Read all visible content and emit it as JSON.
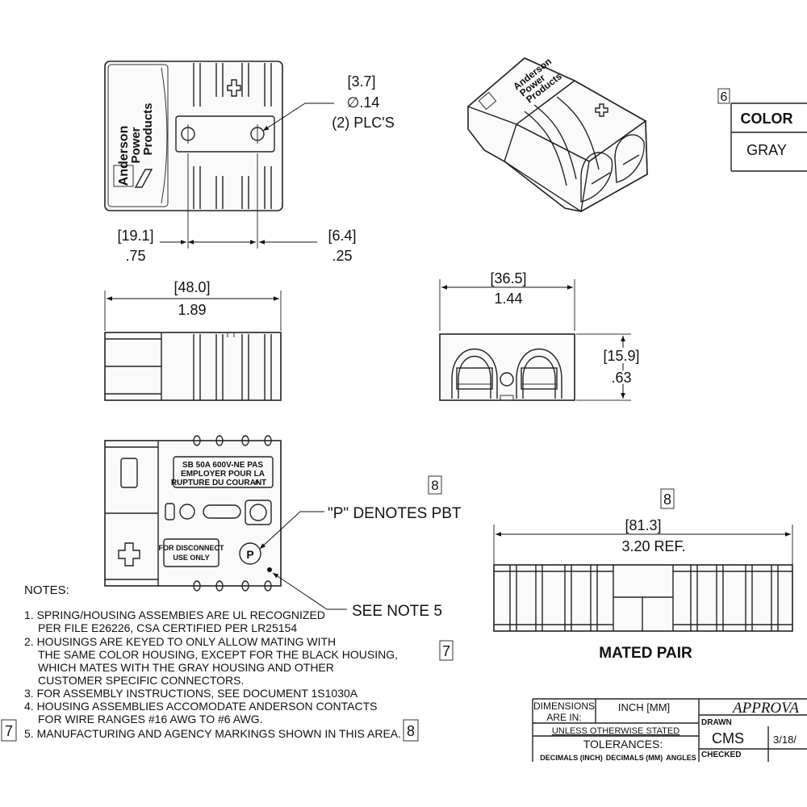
{
  "top_view": {
    "brand_line1": "Anderson",
    "brand_line2": "Power",
    "brand_line3": "Products",
    "hole_dim_mm": "[3.7]",
    "hole_dim_in": "∅.14",
    "hole_dim_note": "(2) PLC'S",
    "dim_left_mm": "[19.1]",
    "dim_left_in": ".75",
    "dim_right_mm": "[6.4]",
    "dim_right_in": ".25"
  },
  "side_view": {
    "dim_mm": "[48.0]",
    "dim_in": "1.89"
  },
  "end_view": {
    "width_mm": "[36.5]",
    "width_in": "1.44",
    "height_mm": "[15.9]",
    "height_in": ".63"
  },
  "bottom_view": {
    "label_line1": "SB 50A 600V-NE PAS",
    "label_line2": "EMPLOYER POUR LA",
    "label_line3": "RUPTURE DU COURANT",
    "label_line3_suffix": "#",
    "disconnect_line1": "FOR DISCONNECT",
    "disconnect_line2": "USE ONLY",
    "p_glyph": "P",
    "callout_p": "\"P\" DENOTES PBT",
    "callout_note5": "SEE NOTE 5",
    "flag_8": "8"
  },
  "mated_pair": {
    "flag": "8",
    "dim_mm": "[81.3]",
    "dim_in": "3.20  REF.",
    "title": "MATED PAIR"
  },
  "color_table": {
    "flag": "6",
    "header": "COLOR",
    "value": "GRAY"
  },
  "notes": {
    "heading": "NOTES:",
    "flag_7_mid": "7",
    "flag_7_left": "7",
    "flag_8_right": "8",
    "lines": [
      "1. SPRING/HOUSING ASSEMBIES ARE UL RECOGNIZED",
      "PER FILE E26226, CSA CERTIFIED PER LR25154",
      "2. HOUSINGS ARE KEYED TO ONLY ALLOW MATING WITH",
      "THE SAME COLOR HOUSING, EXCEPT FOR THE BLACK HOUSING,",
      "WHICH MATES WITH THE GRAY HOUSING AND OTHER",
      "CUSTOMER SPECIFIC CONNECTORS.",
      "3. FOR ASSEMBLY INSTRUCTIONS, SEE DOCUMENT 1S1030A",
      "4. HOUSING ASSEMBLIES ACCOMODATE ANDERSON CONTACTS",
      "FOR WIRE RANGES #16 AWG TO #6 AWG.",
      "5. MANUFACTURING AND AGENCY MARKINGS SHOWN IN THIS AREA."
    ]
  },
  "title_block": {
    "dims_line1": "DIMENSIONS",
    "dims_line2": "ARE IN:",
    "units": "INCH [MM]",
    "approval": "APPROVA",
    "drawn_label": "DRAWN",
    "drawn_by": "CMS",
    "drawn_date": "3/18/",
    "unless": "UNLESS OTHERWISE STATED",
    "tolerances": "TOLERANCES:",
    "decimals_inch": "DECIMALS (INCH)",
    "decimals_mm": "DECIMALS (MM)",
    "angles": "ANGLES",
    "checked_label": "CHECKED"
  }
}
